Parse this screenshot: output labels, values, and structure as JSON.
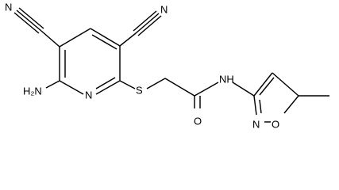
{
  "molecule": {
    "atoms": {
      "left_nitrile_n": "N",
      "right_nitrile_n": "N",
      "amino": "H₂N",
      "pyridine_n": "N",
      "thioether_s": "S",
      "amide_nh": "NH",
      "carbonyl_o": "O",
      "isoxazole_n": "N",
      "isoxazole_o": "O"
    }
  }
}
